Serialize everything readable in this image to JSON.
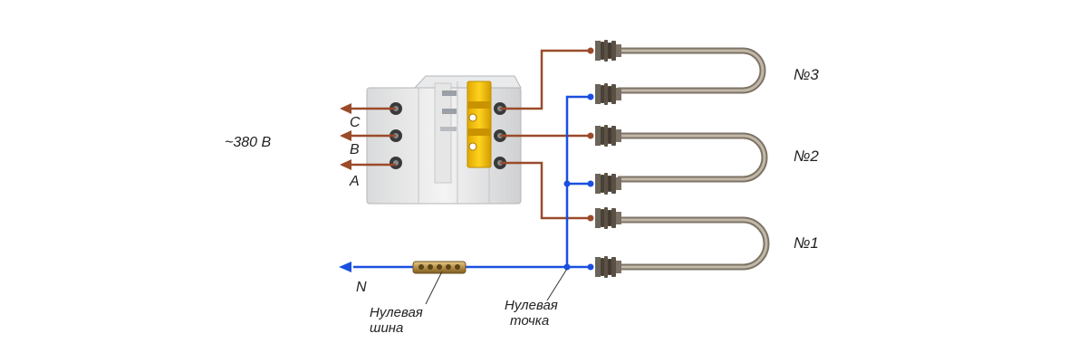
{
  "voltage_label": "~380 В",
  "phase_labels": {
    "c": "C",
    "b": "B",
    "a": "A"
  },
  "neutral_label": "N",
  "heater_labels": [
    "№3",
    "№2",
    "№1"
  ],
  "neutral_bus_label": [
    "Нулевая",
    "шина"
  ],
  "neutral_point_label": [
    "Нулевая",
    "точка"
  ],
  "colors": {
    "phase_wire": "#9b4a2a",
    "neutral_wire": "#1a4fe0",
    "breaker_lever": "#f2c200",
    "heater_metal": "#9a8f80"
  },
  "icons": [
    "circuit-breaker-icon",
    "tubular-heater-icon",
    "neutral-bus-bar-icon",
    "arrow-left-icon"
  ]
}
